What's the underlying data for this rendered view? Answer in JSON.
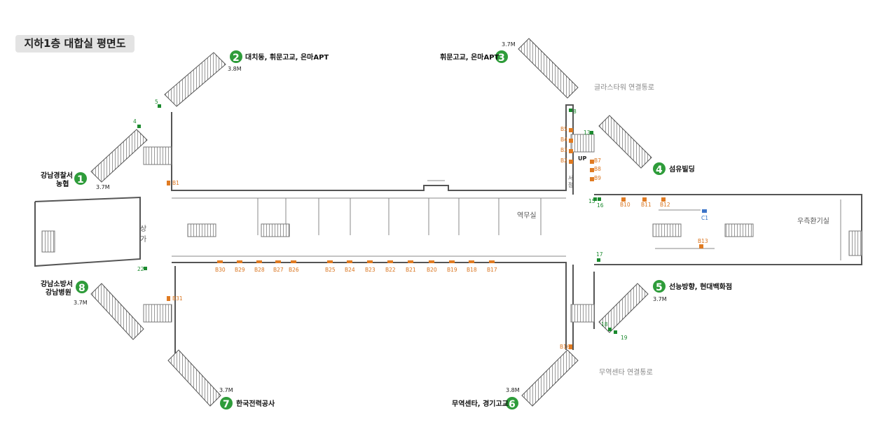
{
  "title": "지하1층 대합실 평면도",
  "exits": [
    {
      "num": "1",
      "label_lines": [
        "강남경찰서",
        "농협"
      ],
      "height": "3.7M"
    },
    {
      "num": "2",
      "label_lines": [
        "대치동, 휘문고교, 은마APT"
      ],
      "height": "3.8M"
    },
    {
      "num": "3",
      "label_lines": [
        "휘문고교, 은마APT"
      ],
      "height": "3.7M"
    },
    {
      "num": "4",
      "label_lines": [
        "섬유빌딩"
      ],
      "height": ""
    },
    {
      "num": "5",
      "label_lines": [
        "선능방향, 현대백화점"
      ],
      "height": "3.7M"
    },
    {
      "num": "6",
      "label_lines": [
        "무역센타, 경기고교"
      ],
      "height": "3.8M"
    },
    {
      "num": "7",
      "label_lines": [
        "한국전력공사"
      ],
      "height": "3.7M"
    },
    {
      "num": "8",
      "label_lines": [
        "강남소방서",
        "강남병원"
      ],
      "height": "3.7M"
    }
  ],
  "connections": [
    "글라스타워 연결통로",
    "무역센타 연결통로"
  ],
  "rooms": {
    "station_office": "역무실",
    "ventilation": "우측환기실",
    "shop_1": "상",
    "shop_2": "가",
    "corner_1": "서",
    "corner_2": "점"
  },
  "up_label": "UP",
  "shops_top_right": [
    "B5",
    "B4",
    "B3",
    "B2",
    "B7",
    "B8",
    "B9",
    "B10",
    "B11",
    "B12",
    "B13"
  ],
  "shops_bottom_row": [
    "B30",
    "B29",
    "B28",
    "B27",
    "B26",
    "B25",
    "B24",
    "B23",
    "B22",
    "B21",
    "B20",
    "B19",
    "B18",
    "B17"
  ],
  "shops_other": [
    "B1",
    "B31",
    "B16"
  ],
  "blue_marks": [
    "C1"
  ],
  "green_marks": [
    "4",
    "5",
    "8",
    "13",
    "15",
    "16",
    "17",
    "18",
    "19",
    "22"
  ],
  "colors": {
    "exit_green": "#2e9c3a",
    "shop_orange": "#e07b22",
    "marker_green": "#1b8a2e",
    "marker_blue": "#3d75c9",
    "title_bg": "#e3e3e3"
  }
}
